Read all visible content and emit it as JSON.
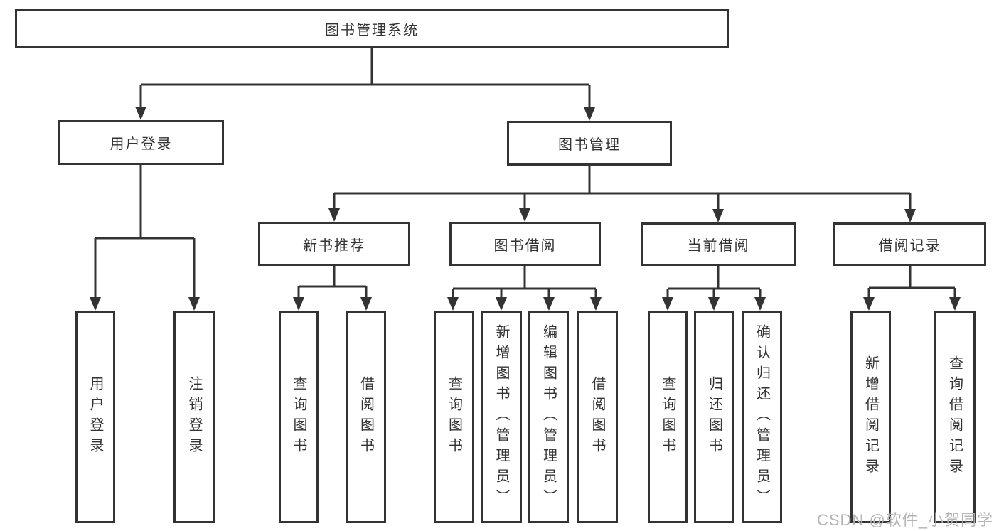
{
  "diagram": {
    "root": {
      "label": "图书管理系统"
    },
    "level2": {
      "user_login": "用户登录",
      "book_management": "图书管理"
    },
    "level3": {
      "new_book_recommendation": "新书推荐",
      "book_borrowing": "图书借阅",
      "current_borrowing": "当前借阅",
      "borrowing_records": "借阅记录"
    },
    "leaves": {
      "user_login": "用户登录",
      "logout": "注销登录",
      "recommend_query_books": "查询图书",
      "recommend_borrow_books": "借阅图书",
      "borrowing_query_books": "查询图书",
      "borrowing_add_books": "新增图书（管理员）",
      "borrowing_edit_books": "编辑图书（管理员）",
      "borrowing_borrow_books": "借阅图书",
      "current_query_books": "查询图书",
      "current_return_books": "归还图书",
      "current_confirm_return": "确认归还（管理员）",
      "records_add_record": "新增借阅记录",
      "records_query_record": "查询借阅记录"
    },
    "watermark": "CSDN @软件_小贺同学",
    "colors": {
      "line": "#333333",
      "box_background": "#ffffff",
      "text": "#333333",
      "watermark": "#b0b0b0"
    }
  }
}
